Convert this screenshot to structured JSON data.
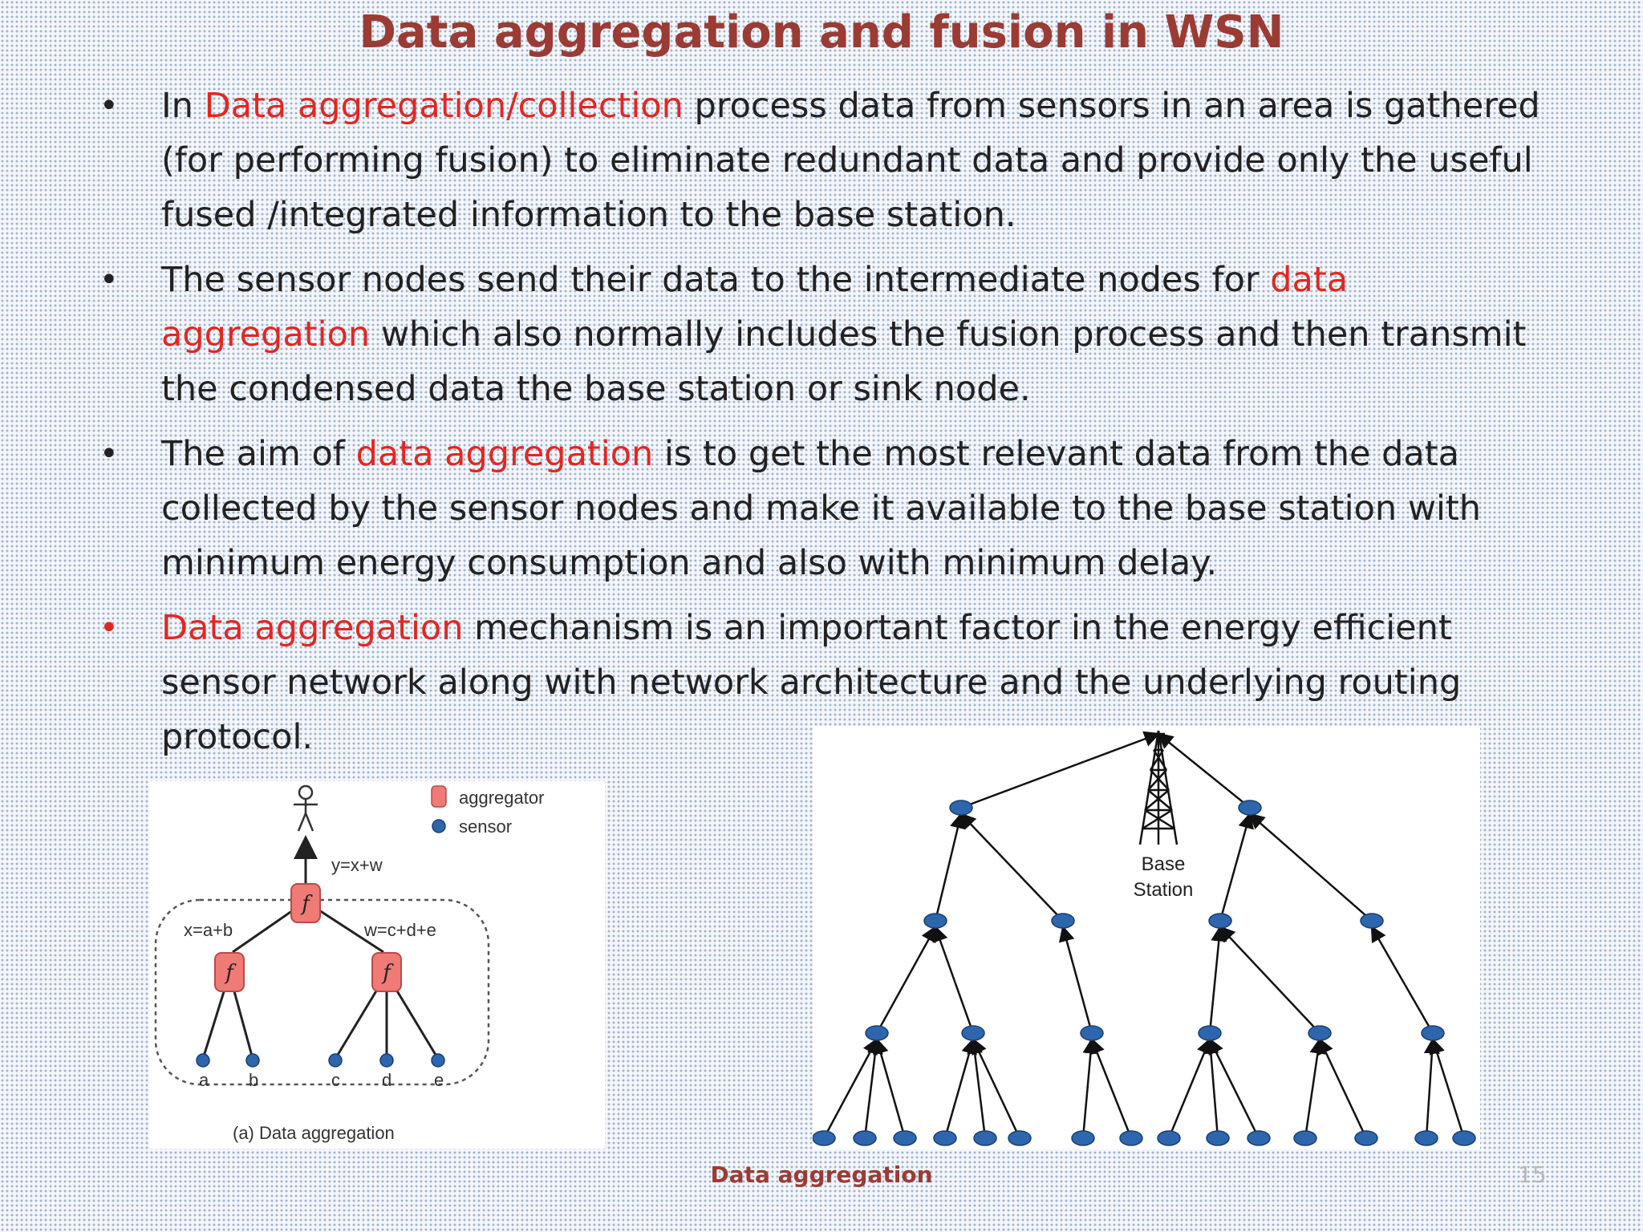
{
  "title": "Data aggregation and fusion in WSN",
  "colors": {
    "title": "#9b3b33",
    "highlight": "#e32620",
    "node": "#2e66ad",
    "aggregator": "#f07a76"
  },
  "bullets": [
    {
      "marker_color": "dark",
      "parts": [
        {
          "text": "In ",
          "hl": false
        },
        {
          "text": "Data aggregation/collection",
          "hl": true
        },
        {
          "text": "  process data from sensors in an area is gathered (for performing fusion) to eliminate redundant data and provide only the useful fused /integrated information to the base station.",
          "hl": false
        }
      ]
    },
    {
      "marker_color": "dark",
      "parts": [
        {
          "text": "The sensor nodes send their data to the intermediate nodes for ",
          "hl": false
        },
        {
          "text": "data aggregation",
          "hl": true
        },
        {
          "text": " which also normally includes the fusion process and then transmit the condensed data the base station or sink node.",
          "hl": false
        }
      ]
    },
    {
      "marker_color": "dark",
      "parts": [
        {
          "text": "The aim of ",
          "hl": false
        },
        {
          "text": "data aggregation",
          "hl": true
        },
        {
          "text": " is to get the most relevant data from the data collected by the sensor nodes and make it available to the base station with minimum energy consumption and also with minimum delay.",
          "hl": false
        }
      ]
    },
    {
      "marker_color": "red",
      "parts": [
        {
          "text": "Data aggregation",
          "hl": true
        },
        {
          "text": " mechanism is an important factor in the energy efficient sensor network along with network architecture and the underlying routing protocol.",
          "hl": false
        }
      ]
    }
  ],
  "figure_left": {
    "legend_aggregator": "aggregator",
    "legend_sensor": "sensor",
    "eq_top": "y=x+w",
    "eq_left": "x=a+b",
    "eq_right": "w=c+d+e",
    "fn_symbol": "f",
    "sensor_labels": [
      "a",
      "b",
      "c",
      "d",
      "e"
    ],
    "caption": "(a) Data aggregation"
  },
  "figure_right": {
    "base_station_line1": "Base",
    "base_station_line2": "Station"
  },
  "footer": {
    "title": "Data aggregation",
    "page": "15"
  }
}
